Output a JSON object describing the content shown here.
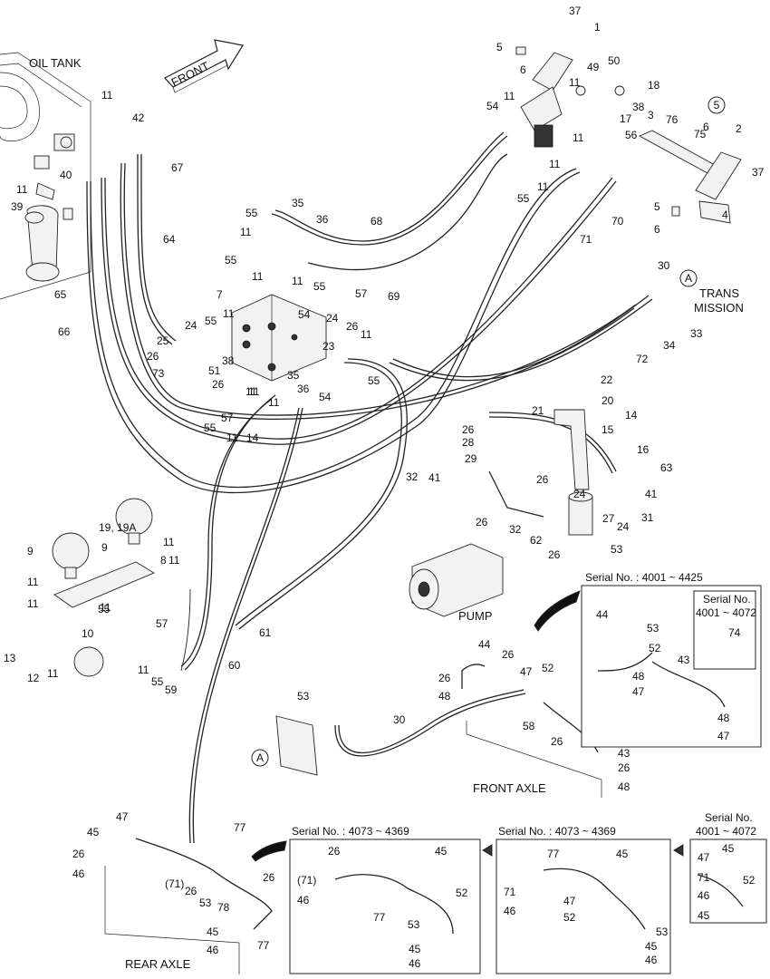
{
  "titles": {
    "oil_tank": "OIL TANK",
    "front": "FRONT",
    "trans_mission_1": "TRANS",
    "trans_mission_2": "MISSION",
    "pump": "PUMP",
    "front_axle": "FRONT AXLE",
    "rear_axle": "REAR AXLE",
    "circle_a": "A",
    "circle_5": "5"
  },
  "serial_labels": {
    "s1": "Serial No. : 4001 ~ 4425",
    "s2a": "Serial No.",
    "s2b": "4001 ~ 4072",
    "s3": "Serial No. : 4073 ~ 4369",
    "s4": "Serial No. : 4073 ~ 4369",
    "s5a": "Serial No.",
    "s5b": "4001 ~ 4072"
  },
  "part_numbers": [
    "37",
    "1",
    "5",
    "6",
    "49",
    "50",
    "18",
    "11",
    "38",
    "17",
    "3",
    "76",
    "6",
    "75",
    "2",
    "37",
    "54",
    "11",
    "56",
    "11",
    "11",
    "55",
    "11",
    "5",
    "6",
    "4",
    "11",
    "42",
    "67",
    "40",
    "11",
    "39",
    "35",
    "55",
    "36",
    "68",
    "11",
    "55",
    "11",
    "64",
    "65",
    "66",
    "7",
    "11",
    "55",
    "57",
    "69",
    "70",
    "71",
    "30",
    "34",
    "33",
    "72",
    "24",
    "55",
    "11",
    "54",
    "26",
    "11",
    "25",
    "26",
    "73",
    "38",
    "51",
    "26",
    "24",
    "23",
    "11",
    "35",
    "36",
    "54",
    "55",
    "11",
    "11",
    "55",
    "57",
    "11",
    "14",
    "22",
    "20",
    "21",
    "15",
    "14",
    "16",
    "26",
    "28",
    "29",
    "32",
    "41",
    "26",
    "63",
    "41",
    "24",
    "26",
    "32",
    "62",
    "26",
    "27",
    "24",
    "31",
    "53",
    "19, 19A",
    "9",
    "9",
    "11",
    "11",
    "55",
    "11",
    "8",
    "11",
    "11",
    "57",
    "13",
    "12",
    "11",
    "10",
    "11",
    "55",
    "59",
    "60",
    "61",
    "44",
    "53",
    "52",
    "74",
    "43",
    "48",
    "47",
    "48",
    "47",
    "44",
    "26",
    "26",
    "48",
    "47",
    "52",
    "53",
    "30",
    "58",
    "26",
    "43",
    "26",
    "48",
    "47",
    "45",
    "26",
    "46",
    "77",
    "(71)",
    "26",
    "53",
    "78",
    "26",
    "45",
    "46",
    "77",
    "26",
    "45",
    "(71)",
    "46",
    "77",
    "53",
    "52",
    "45",
    "46",
    "77",
    "45",
    "71",
    "46",
    "47",
    "52",
    "53",
    "45",
    "46",
    "47",
    "45",
    "71",
    "46",
    "52",
    "45",
    "53"
  ]
}
